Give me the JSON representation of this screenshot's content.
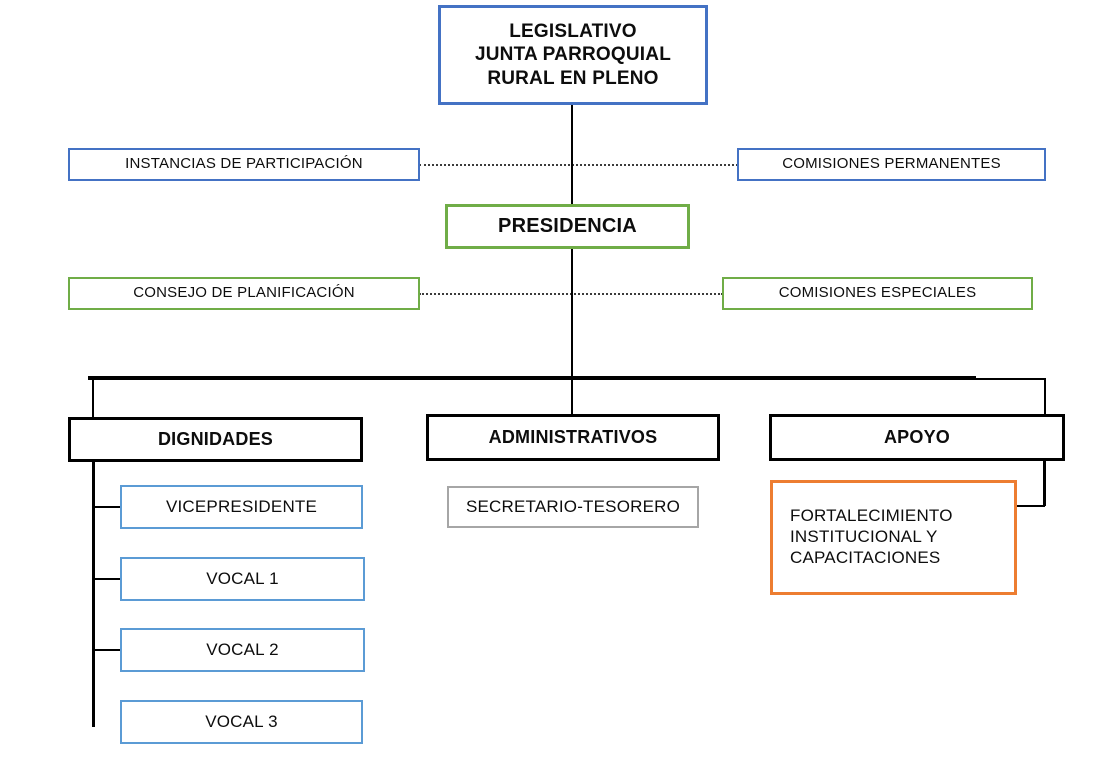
{
  "diagram": {
    "title": "Organigrama Junta Parroquial Rural",
    "type": "org-chart",
    "colors": {
      "blue_border": "#4472C4",
      "light_blue_border": "#5B9BD5",
      "green_border": "#70AD47",
      "orange_border": "#ED7D31",
      "black_border": "#000000",
      "gray_border": "#A6A6A6",
      "text": "#0D0D0D",
      "background": "#FFFFFF",
      "connector": "#000000",
      "dotted_connector": "#3B3B3B"
    },
    "nodes": {
      "legislativo": {
        "label": "LEGISLATIVO\nJUNTA PARROQUIAL\nRURAL EN PLENO",
        "border_color": "#4472C4",
        "level": "legislative",
        "bold": true
      },
      "instancias_participacion": {
        "label": "INSTANCIAS DE PARTICIPACIÓN",
        "border_color": "#4472C4",
        "level": "participation",
        "bold": false
      },
      "comisiones_permanentes": {
        "label": "COMISIONES  PERMANENTES",
        "border_color": "#4472C4",
        "level": "participation",
        "bold": false
      },
      "presidencia": {
        "label": "PRESIDENCIA",
        "border_color": "#70AD47",
        "level": "executive",
        "bold": true
      },
      "consejo_planificacion": {
        "label": "CONSEJO DE PLANIFICACIÓN",
        "border_color": "#70AD47",
        "level": "planning",
        "bold": false
      },
      "comisiones_especiales": {
        "label": "COMISIONES  ESPECIALES",
        "border_color": "#70AD47",
        "level": "planning",
        "bold": false
      },
      "dignidades": {
        "label": "DIGNIDADES",
        "border_color": "#000000",
        "level": "department",
        "bold": true
      },
      "administrativos": {
        "label": "ADMINISTRATIVOS",
        "border_color": "#000000",
        "level": "department",
        "bold": true
      },
      "apoyo": {
        "label": "APOYO",
        "border_color": "#000000",
        "level": "department",
        "bold": true
      },
      "vicepresidente": {
        "label": "VICEPRESIDENTE",
        "border_color": "#5B9BD5",
        "level": "position",
        "bold": false
      },
      "vocal_1": {
        "label": "VOCAL 1",
        "border_color": "#5B9BD5",
        "level": "position",
        "bold": false
      },
      "vocal_2": {
        "label": "VOCAL 2",
        "border_color": "#5B9BD5",
        "level": "position",
        "bold": false
      },
      "vocal_3": {
        "label": "VOCAL 3",
        "border_color": "#5B9BD5",
        "level": "position",
        "bold": false
      },
      "secretario_tesorero": {
        "label": "SECRETARIO-TESORERO",
        "border_color": "#A6A6A6",
        "level": "position",
        "bold": false
      },
      "fortalecimiento": {
        "label": "FORTALECIMIENTO\nINSTITUCIONAL   Y\nCAPACITACIONES",
        "border_color": "#ED7D31",
        "level": "support-unit",
        "bold": false
      }
    },
    "connections": [
      {
        "from": "legislativo",
        "to": "presidencia",
        "style": "solid"
      },
      {
        "from": "instancias_participacion",
        "to": "comisiones_permanentes",
        "style": "dotted"
      },
      {
        "from": "consejo_planificacion",
        "to": "comisiones_especiales",
        "style": "dotted"
      },
      {
        "from": "presidencia",
        "to": "dignidades",
        "style": "solid"
      },
      {
        "from": "presidencia",
        "to": "administrativos",
        "style": "solid"
      },
      {
        "from": "presidencia",
        "to": "apoyo",
        "style": "solid"
      },
      {
        "from": "dignidades",
        "to": "vicepresidente",
        "style": "solid"
      },
      {
        "from": "dignidades",
        "to": "vocal_1",
        "style": "solid"
      },
      {
        "from": "dignidades",
        "to": "vocal_2",
        "style": "solid"
      },
      {
        "from": "dignidades",
        "to": "vocal_3",
        "style": "solid"
      },
      {
        "from": "apoyo",
        "to": "fortalecimiento",
        "style": "solid"
      }
    ]
  }
}
